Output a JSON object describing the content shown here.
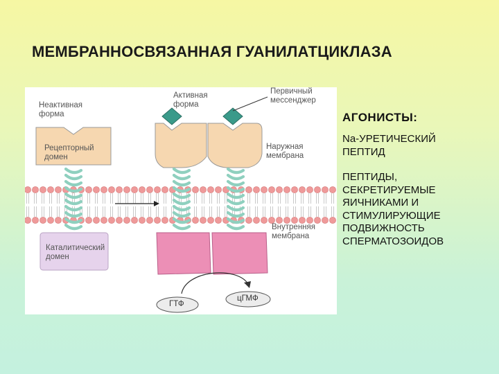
{
  "slide": {
    "title": "МЕМБРАННОСВЯЗАННАЯ ГУАНИЛАТЦИКЛАЗА"
  },
  "figure": {
    "labels": {
      "inactive_form": "Неактивная\nформа",
      "active_form": "Активная\nформа",
      "primary_messenger": "Первичный\nмессенджер",
      "receptor_domain": "Рецепторный\nдомен",
      "outer_membrane": "Наружная\nмембрана",
      "inner_membrane": "Внутренняя\nмембрана",
      "catalytic_domain": "Каталитический\nдомен",
      "gtp": "ГТФ",
      "cgmp": "цГМФ"
    },
    "colors": {
      "receptor": "#f6d7b0",
      "helix": "#8fd0bf",
      "catalytic": "#ec8fb6",
      "catalytic_inactive": "#e6d3ec",
      "messenger": "#3a9a8a",
      "lipid_head": "#ef9a9a"
    }
  },
  "sidebar": {
    "heading": "АГОНИСТЫ:",
    "items": [
      "Na-УРЕТИЧЕСКИЙ\nПЕПТИД",
      "ПЕПТИДЫ,\nСЕКРЕТИРУЕМЫЕ\nЯИЧНИКАМИ И\nСТИМУЛИРУЮЩИЕ\nПОДВИЖНОСТЬ\nСПЕРМАТОЗОИДОВ"
    ]
  }
}
